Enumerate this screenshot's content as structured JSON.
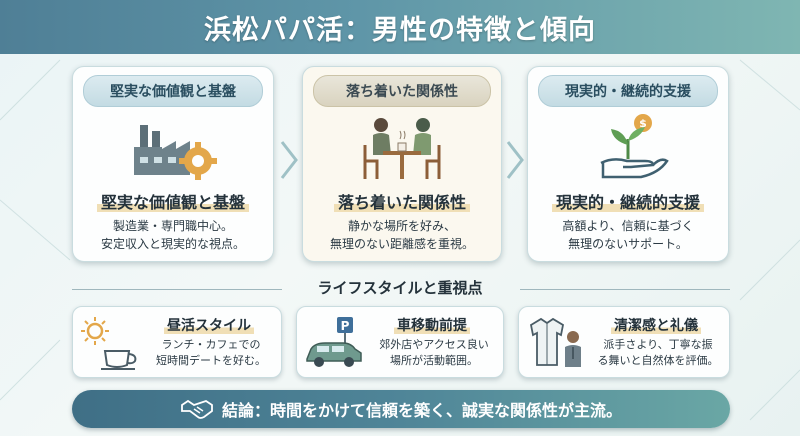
{
  "title": "浜松パパ活：男性の特徴と傾向",
  "colors": {
    "accent": "#4f7f96",
    "teal": "#7fb6b2",
    "highlight": "#f0dfb6",
    "text": "#24323b"
  },
  "cards": [
    {
      "pill": "堅実な価値観と基盤",
      "icon": "factory-gear-icon",
      "heading": "堅実な価値観と基盤",
      "desc1": "製造業・専門職中心。",
      "desc2": "安定収入と現実的な視点。"
    },
    {
      "pill": "落ち着いた関係性",
      "icon": "cafe-meeting-icon",
      "heading": "落ち着いた関係性",
      "desc1": "静かな場所を好み、",
      "desc2": "無理のない距離感を重視。"
    },
    {
      "pill": "現実的・継続的支援",
      "icon": "hand-plant-coin-icon",
      "heading": "現実的・継続的支援",
      "desc1": "高額より、信頼に基づく",
      "desc2": "無理のないサポート。"
    }
  ],
  "lifestyle": {
    "title": "ライフスタイルと重視点",
    "items": [
      {
        "icon": "sun-coffee-icon",
        "heading": "昼活スタイル",
        "desc1": "ランチ・カフェでの",
        "desc2": "短時間デートを好む。"
      },
      {
        "icon": "car-parking-icon",
        "heading": "車移動前提",
        "desc1": "郊外店やアクセス良い",
        "desc2": "場所が活動範囲。"
      },
      {
        "icon": "shirt-person-icon",
        "heading": "清潔感と礼儀",
        "desc1": "派手さより、丁寧な振",
        "desc2": "る舞いと自然体を評価。"
      }
    ]
  },
  "conclusion": {
    "icon": "handshake-icon",
    "text": "結論：時間をかけて信頼を築く、誠実な関係性が主流。"
  }
}
